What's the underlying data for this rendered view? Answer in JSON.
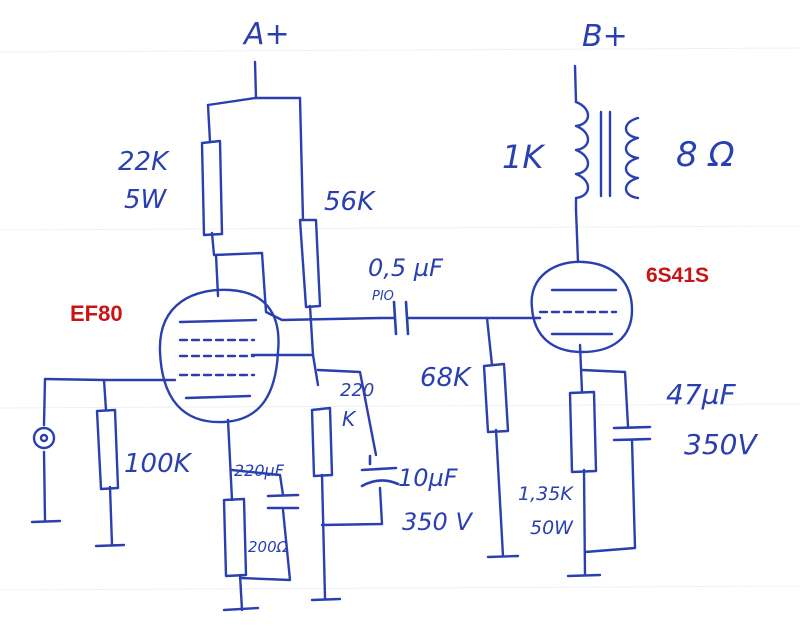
{
  "colors": {
    "ink": "#2a3fb0",
    "tube_label": "#c81414",
    "paper": "#ffffff",
    "faint": "#e6e8ee"
  },
  "labels": {
    "supply_a": "A+",
    "supply_b": "B+",
    "r_22k_value": "22K",
    "r_22k_power": "5W",
    "r_56k": "56K",
    "coupling_cap_value": "0,5 µF",
    "coupling_cap_type": "PIO",
    "tube1": "EF80",
    "tube2": "6S41S",
    "transformer_primary": "1K",
    "transformer_secondary": "8 Ω",
    "r_100k": "100K",
    "cathode_cap_1": "220µF",
    "cathode_res_1": "200Ω",
    "r_220k_value": "220",
    "r_220k_unit": "K",
    "screen_cap_value": "10µF",
    "screen_cap_voltage": "350 V",
    "r_68k": "68K",
    "cathode_cap_2_value": "47µF",
    "cathode_cap_2_voltage": "350V",
    "cathode_res_2_value": "1,35K",
    "cathode_res_2_power": "50W"
  }
}
